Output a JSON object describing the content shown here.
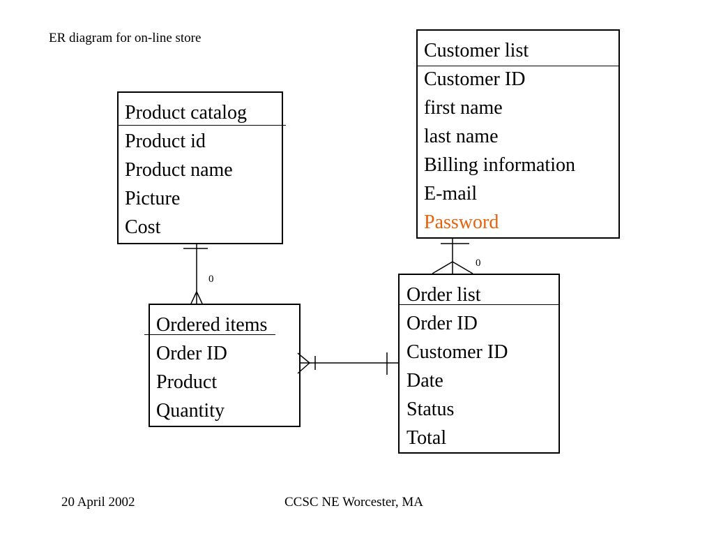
{
  "slide": {
    "title": "ER diagram for on-line store",
    "footer_date": "20 April 2002",
    "footer_venue": "CCSC NE Worcester, MA"
  },
  "entities": {
    "product_catalog": {
      "title": "Product catalog",
      "attributes": [
        "Product id",
        "Product name",
        "Picture",
        "Cost"
      ]
    },
    "customer_list": {
      "title": "Customer list",
      "attributes": [
        "Customer ID",
        "first name",
        "last name",
        "Billing information",
        "E-mail",
        "Password"
      ]
    },
    "ordered_items": {
      "title": "Ordered items",
      "attributes": [
        "Order ID",
        "Product",
        "Quantity"
      ]
    },
    "order_list": {
      "title": "Order list",
      "attributes": [
        "Order ID",
        "Customer ID",
        "Date",
        "Status",
        "Total"
      ]
    }
  },
  "relationships": {
    "catalog_to_items_cardinality": "0",
    "customer_to_orders_cardinality": "0"
  },
  "colors": {
    "highlight_attribute": "#e8620c"
  }
}
